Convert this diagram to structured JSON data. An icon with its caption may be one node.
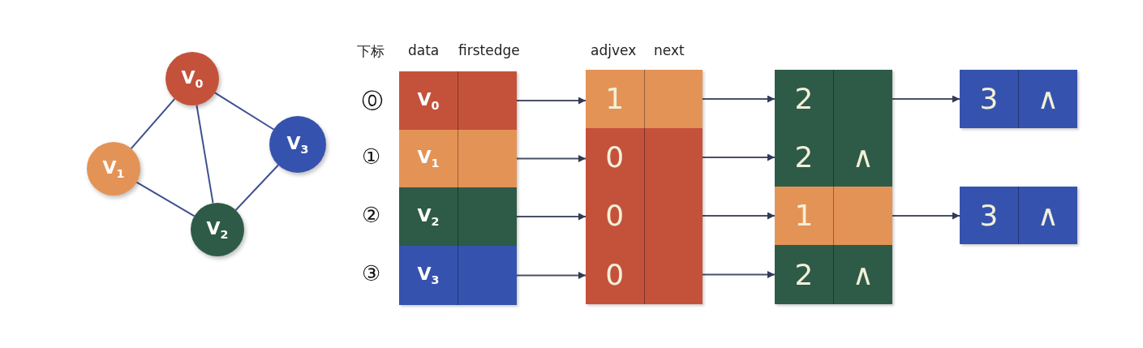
{
  "diagram": {
    "nodes": [
      {
        "text": [
          "V$_{0}$"
        ]
      },
      {
        "text": [
          "V$_{1}$"
        ]
      },
      {
        "text": [
          "V$_{2}$"
        ]
      },
      {
        "text": [
          "V$_{3}$"
        ]
      },
      {
        "text": [
          "V$_{0}$"
        ]
      },
      {
        "text": [
          "V$_{1}$"
        ]
      },
      {
        "text": [
          "V$_{2}$"
        ]
      },
      {
        "text": [
          "V$_{3}$"
        ]
      },
      {
        "text": [
          "1"
        ]
      },
      {
        "text": [
          "0"
        ]
      },
      {
        "text": [
          "0"
        ]
      },
      {
        "text": [
          "0"
        ]
      },
      {
        "text": [
          "2"
        ]
      },
      {
        "text": [
          "2",
          "∧"
        ]
      },
      {
        "text": [
          "1"
        ]
      },
      {
        "text": [
          "2",
          "∧"
        ]
      },
      {
        "text": [
          "3",
          "∧"
        ]
      },
      {
        "text": [
          "3",
          "∧"
        ]
      }
    ],
    "edges": [
      {
        "from": 0,
        "to": 1,
        "arrow": "none"
      },
      {
        "from": 0,
        "to": 2,
        "arrow": "none"
      },
      {
        "from": 0,
        "to": 3,
        "arrow": "none"
      },
      {
        "from": 1,
        "to": 2,
        "arrow": "none"
      },
      {
        "from": 2,
        "to": 3,
        "arrow": "none"
      },
      {
        "from": 4,
        "to": 8,
        "arrow": "to"
      },
      {
        "from": 5,
        "to": 9,
        "arrow": "to"
      },
      {
        "from": 6,
        "to": 10,
        "arrow": "to"
      },
      {
        "from": 7,
        "to": 11,
        "arrow": "to"
      },
      {
        "from": 8,
        "to": 12,
        "arrow": "to"
      },
      {
        "from": 9,
        "to": 13,
        "arrow": "to"
      },
      {
        "from": 10,
        "to": 14,
        "arrow": "to"
      },
      {
        "from": 11,
        "to": 15,
        "arrow": "to"
      },
      {
        "from": 12,
        "to": 16,
        "arrow": "to"
      },
      {
        "from": 14,
        "to": 17,
        "arrow": "to"
      }
    ],
    "labels": [
      "下标",
      "data",
      "firstedge",
      "adjvex",
      "next",
      "⓪",
      "①",
      "②",
      "③"
    ]
  }
}
